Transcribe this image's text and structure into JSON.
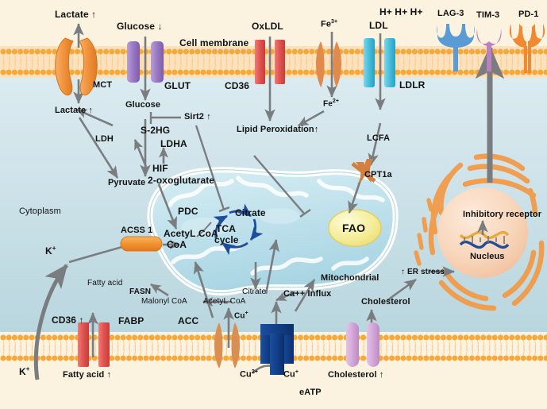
{
  "figure": {
    "title": "Tumor cell lipid and metabolic reprogramming pathway diagram",
    "regions": {
      "extracellular_top": "",
      "cytoplasm": "Cytoplasm",
      "cell_membrane": "Cell membrane",
      "mitochondrial": "Mitochondrial",
      "nucleus": "Nucleus"
    }
  },
  "colors": {
    "extracellular_bg": "#fbf3e0",
    "cytoplasm_bg": "#cfe2e8",
    "membrane_head": "#f5a83c",
    "membrane_tail": "#fbe2bd",
    "mito_body": "#bfe0ea",
    "mito_edge": "#ffffff",
    "fao_fill": "#f5ee9e",
    "nucleus_fill": "#f7d3b4",
    "er_color": "#f29b49",
    "arrow_gray": "#7a7d80",
    "tca_blue": "#1d4e9c",
    "mct_orange": "#f0923c",
    "glut_purple": "#9a7cc4",
    "cd36_red": "#e0524f",
    "ldlr_cyan": "#45bcd9",
    "lag3_blue": "#5b9bd5",
    "tim3_purple": "#bc7fc0",
    "pd1_orange": "#ef8a33",
    "eatp_blue": "#123f88",
    "chol_purple": "#d3a7d8",
    "fe_orange": "#e08a4e",
    "acss_orange": "#f2922f"
  },
  "top_labels": {
    "lactate_out": "Lactate ↑",
    "glucose_in": "Glucose ↓",
    "cell_membrane": "Cell membrane",
    "oxldl": "OxLDL",
    "fe3": "Fe",
    "fe3_sup": "3+",
    "ldl": "LDL",
    "protons": "H+ H+ H+",
    "lag3": "LAG-3",
    "tim3": "TIM-3",
    "pd1": "PD-1"
  },
  "transporter_labels": {
    "mct": "MCT",
    "glut": "GLUT",
    "cd36_top": "CD36",
    "ldlr": "LDLR",
    "cd36_bottom": "CD36 ↑",
    "fabp": "FABP",
    "acc": "ACC",
    "acss1": "ACSS 1",
    "cpt1a": "CPT1a"
  },
  "cytoplasm_labels": {
    "lactate_in": "Lactate ↑",
    "glucose_in": "Glucose",
    "sirt2": "Sirt2 ↑",
    "s2hg": "S-2HG",
    "ldha": "LDHA",
    "hif": "HIF",
    "oxoglutarate": "2-oxoglutarate",
    "ldh": "LDH",
    "pyruvate": "Pyruvate",
    "cytoplasm": "Cytoplasm",
    "lipid_peroxidation": "Lipid Peroxidation↑",
    "fe2": "Fe",
    "fe2_sup": "2+",
    "lcfa": "LCFA",
    "fatty_acid_cyto": "Fatty acid",
    "fasn": "FASN",
    "malonyl_coa": "Malonyl CoA",
    "acetyl_coa_cyto": "AcetyL CoA",
    "citrate_cyto": "Citrate",
    "ca_influx": "Ca++ Influx",
    "cholesterol_cyto": "Cholesterol",
    "er_stress": "↑ ER stress",
    "cu_plus": "Cu",
    "cu_plus_sup": "+",
    "k_plus_in": "K",
    "k_plus_in_sup": "+"
  },
  "mito_labels": {
    "pdc": "PDC",
    "acetyl_coa": "AcetyL CoA",
    "tca_1": "TCA",
    "tca_2": "cycle",
    "citrate": "Citrate",
    "fao": "FAO",
    "mitochondrial": "Mitochondrial"
  },
  "nucleus_labels": {
    "inhibitory_receptor": "Inhibitory receptor",
    "nucleus": "Nucleus"
  },
  "bottom_labels": {
    "k_plus_out": "K",
    "k_plus_out_sup": "+",
    "fatty_acid_out": "Fatty acid ↑",
    "cu2": "Cu",
    "cu2_sup": "2+",
    "cu1": "Cu",
    "cu1_sup": "+",
    "eatp": "eATP",
    "cholesterol_out": "Cholesterol ↑"
  }
}
